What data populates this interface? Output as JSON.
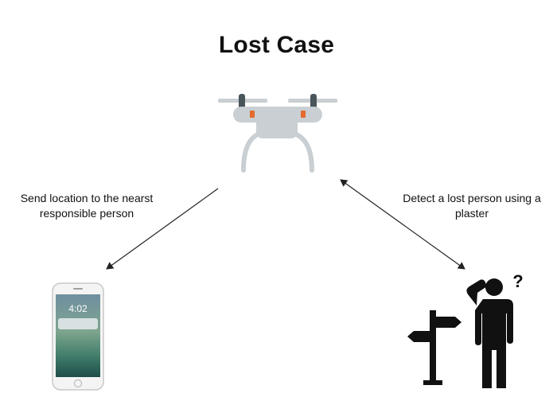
{
  "diagram": {
    "title": "Lost Case",
    "left_label": "Send location to the nearst responsible person",
    "right_label": "Detect a lost person using a plaster",
    "question_mark": "?",
    "phone_time": "4:02"
  },
  "icons": {
    "drone": "drone-icon",
    "phone": "smartphone-icon",
    "person": "confused-person-icon",
    "signpost": "signpost-icon"
  },
  "colors": {
    "drone_body": "#c9cfd2",
    "drone_dark": "#4a545b",
    "drone_light": "#e46a2e",
    "silhouette": "#111111",
    "arrow": "#222222"
  }
}
